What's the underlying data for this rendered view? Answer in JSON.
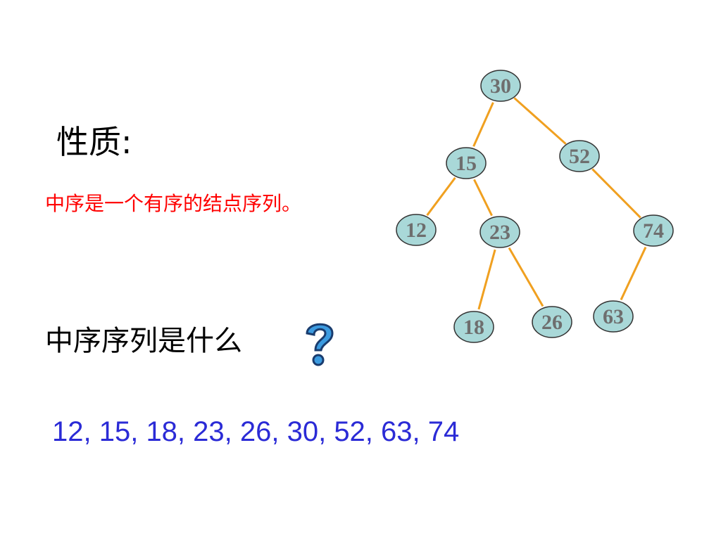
{
  "slide": {
    "heading": "性质:",
    "property": "中序是一个有序的结点序列。",
    "question": "中序序列是什么",
    "answer": "12, 15, 18, 23, 26, 30, 52, 63, 74"
  },
  "tree": {
    "nodes": [
      {
        "id": "n30",
        "label": "30"
      },
      {
        "id": "n15",
        "label": "15"
      },
      {
        "id": "n52",
        "label": "52"
      },
      {
        "id": "n12",
        "label": "12"
      },
      {
        "id": "n23",
        "label": "23"
      },
      {
        "id": "n74",
        "label": "74"
      },
      {
        "id": "n18",
        "label": "18"
      },
      {
        "id": "n26",
        "label": "26"
      },
      {
        "id": "n63",
        "label": "63"
      }
    ],
    "edges": [
      {
        "from": "n30",
        "to": "n15"
      },
      {
        "from": "n30",
        "to": "n52"
      },
      {
        "from": "n15",
        "to": "n12"
      },
      {
        "from": "n15",
        "to": "n23"
      },
      {
        "from": "n52",
        "to": "n74"
      },
      {
        "from": "n23",
        "to": "n18"
      },
      {
        "from": "n23",
        "to": "n26"
      },
      {
        "from": "n74",
        "to": "n63"
      }
    ],
    "colors": {
      "node_fill": "#a9d8d8",
      "node_stroke": "#333333",
      "edge": "#f0a020",
      "label": "#6e6e6e"
    }
  },
  "icon": "question-mark-icon"
}
